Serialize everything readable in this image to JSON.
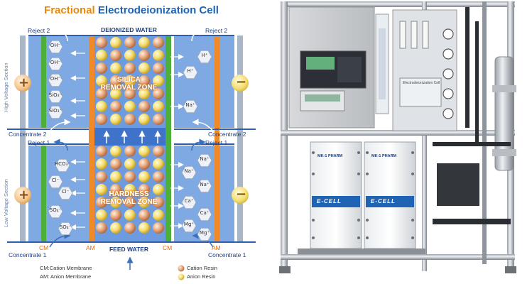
{
  "diagram": {
    "title_part1": "Fractional",
    "title_part2": "Electrodeionization Cell",
    "deionized_water": "DEIONIZED WATER",
    "feed_water": "FEED WATER",
    "reject2_left": "Reject 2",
    "reject2_right": "Reject 2",
    "reject1_left": "Reject 1",
    "reject1_right": "Reject 1",
    "concentrate2_left": "Concentrate 2",
    "concentrate2_right": "Concentrate 2",
    "concentrate1_left": "Concentrate 1",
    "concentrate1_right": "Concentrate 1",
    "high_voltage": "High Voltage Section",
    "low_voltage": "Low Voltage Section",
    "silica_zone_1": "SILICA",
    "silica_zone_2": "REMOVAL ZONE",
    "hardness_zone_1": "HARDNESS",
    "hardness_zone_2": "REMOVAL ZONE",
    "cm_left": "CM",
    "am_left": "AM",
    "cm_right": "CM",
    "am_right": "AM",
    "plus": "+",
    "minus": "−",
    "legend_cm": "CM:Cation Membrane",
    "legend_am": "AM: Anion Membrane",
    "legend_cation": "Cation Resin",
    "legend_anion": "Anion Resin",
    "ions_left_top": [
      "OH⁻",
      "OH⁻",
      "OH⁻",
      "SiO₃⁻",
      "SiO₃⁻"
    ],
    "ions_right_top": [
      "H⁺",
      "H⁺",
      "Na⁺"
    ],
    "ions_left_bottom": [
      "HCO₃⁻",
      "Cl⁻",
      "Cl⁻",
      "SO₄⁻",
      "SO₄⁻"
    ],
    "ions_right_bottom": [
      "Na⁺",
      "Na⁺",
      "Na⁺",
      "Ca⁺",
      "Ca⁺",
      "Mg⁺",
      "Mg⁺"
    ]
  },
  "photo": {
    "panel_label": "Electrodeionization Cell",
    "module_label_1": "MK-1 PHARM",
    "module_label_2": "MK-1 PHARM",
    "brand_1": "E-CELL",
    "brand_2": "E-CELL"
  },
  "colors": {
    "title_orange": "#e8890c",
    "title_blue": "#1f63b5",
    "water_blue": "#5b8fd6",
    "membrane_green": "#4caf3a",
    "membrane_orange": "#f08a28",
    "electrode_gray": "#a9b6c8"
  }
}
